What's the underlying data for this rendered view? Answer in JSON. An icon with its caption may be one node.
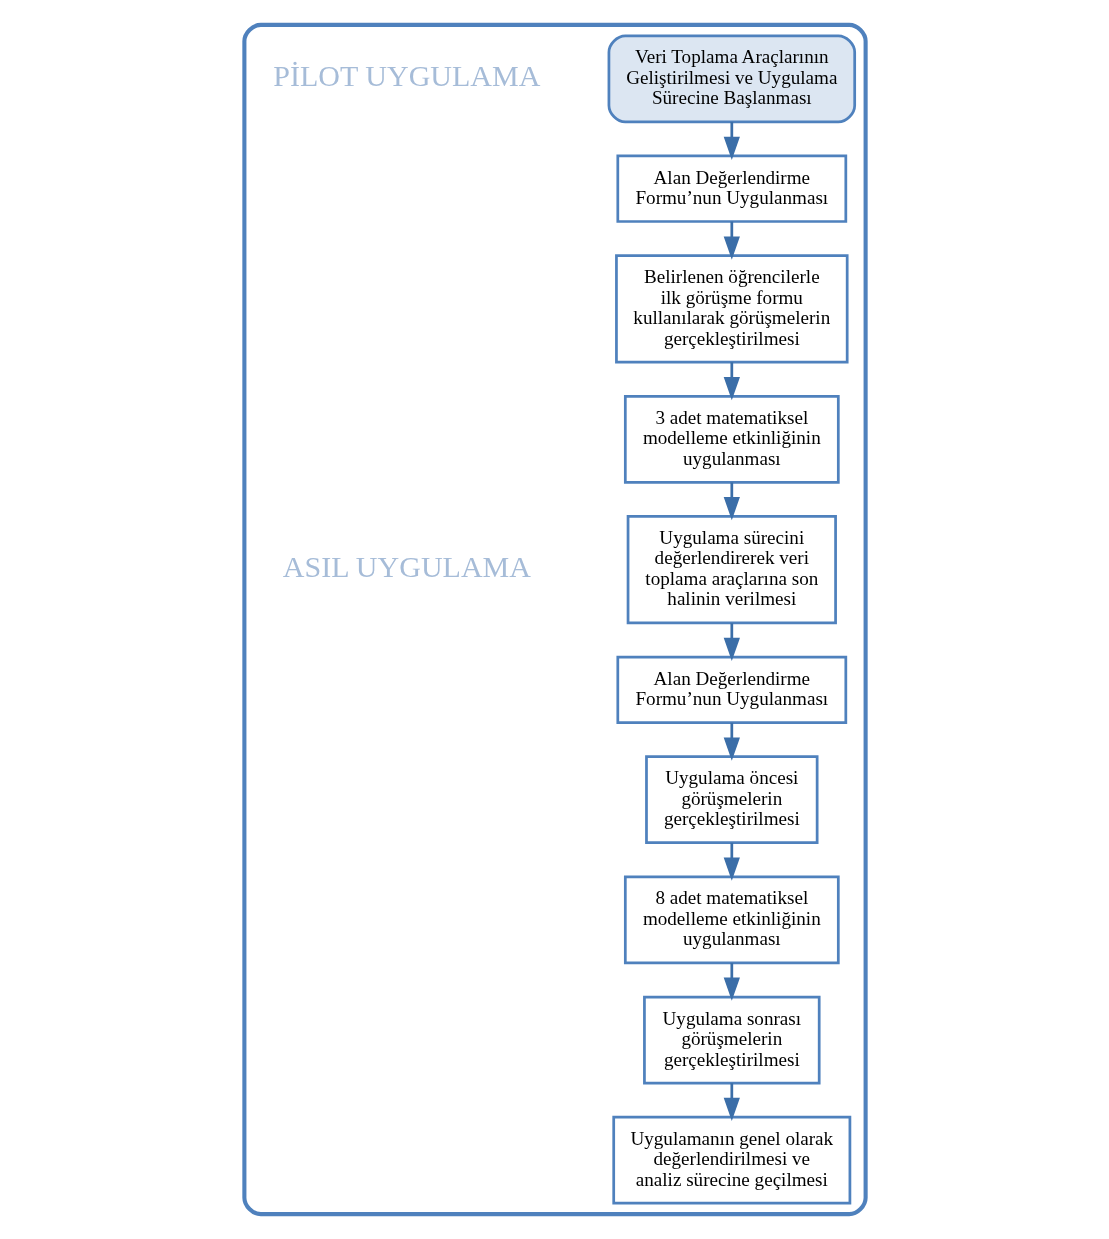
{
  "diagram": {
    "nodes": [
      {
        "text": [],
        "shape": "box"
      },
      {
        "text": [
          "Veri Toplama Araçlarının Geliştirilmesi ve Uygulama Sürecine Başlanması"
        ],
        "in": 0
      },
      {
        "text": [
          "Alan Değerlendirme Formu’nun Uygulanması"
        ],
        "in": 0
      },
      {
        "text": [
          "Belirlenen öğrencilerle ilk görüşme formu kullanılarak görüşmelerin gerçekleştirilmesi"
        ],
        "in": 0
      },
      {
        "text": [
          "3 adet matematiksel modelleme etkinliğinin uygulanması"
        ],
        "in": 0
      },
      {
        "text": [
          "Uygulama sürecini değerlendirerek veri toplama araçlarına son halinin verilmesi"
        ],
        "in": 0
      },
      {
        "text": [
          "Alan Değerlendirme Formu’nun Uygulanması"
        ],
        "in": 0
      },
      {
        "text": [
          "Uygulama öncesi görüşmelerin gerçekleştirilmesi"
        ],
        "in": 0
      },
      {
        "text": [
          "8 adet matematiksel modelleme etkinliğinin uygulanması"
        ],
        "in": 0
      },
      {
        "text": [
          "Uygulama sonrası görüşmelerin gerçekleştirilmesi"
        ],
        "in": 0
      },
      {
        "text": [
          "Uygulamanın genel olarak değerlendirilmesi ve analiz sürecine geçilmesi"
        ],
        "in": 0
      }
    ],
    "edges": [
      {
        "from": 1,
        "to": 2,
        "arrow": "to"
      },
      {
        "from": 2,
        "to": 3,
        "arrow": "to"
      },
      {
        "from": 3,
        "to": 4,
        "arrow": "to"
      },
      {
        "from": 4,
        "to": 5,
        "arrow": "to"
      },
      {
        "from": 5,
        "to": 6,
        "arrow": "to"
      },
      {
        "from": 6,
        "to": 7,
        "arrow": "to"
      },
      {
        "from": 7,
        "to": 8,
        "arrow": "to"
      },
      {
        "from": 8,
        "to": 9,
        "arrow": "to"
      },
      {
        "from": 9,
        "to": 10,
        "arrow": "to"
      }
    ],
    "labels": [
      "PİLOT UYGULAMA",
      "ASIL UYGULAMA"
    ]
  }
}
